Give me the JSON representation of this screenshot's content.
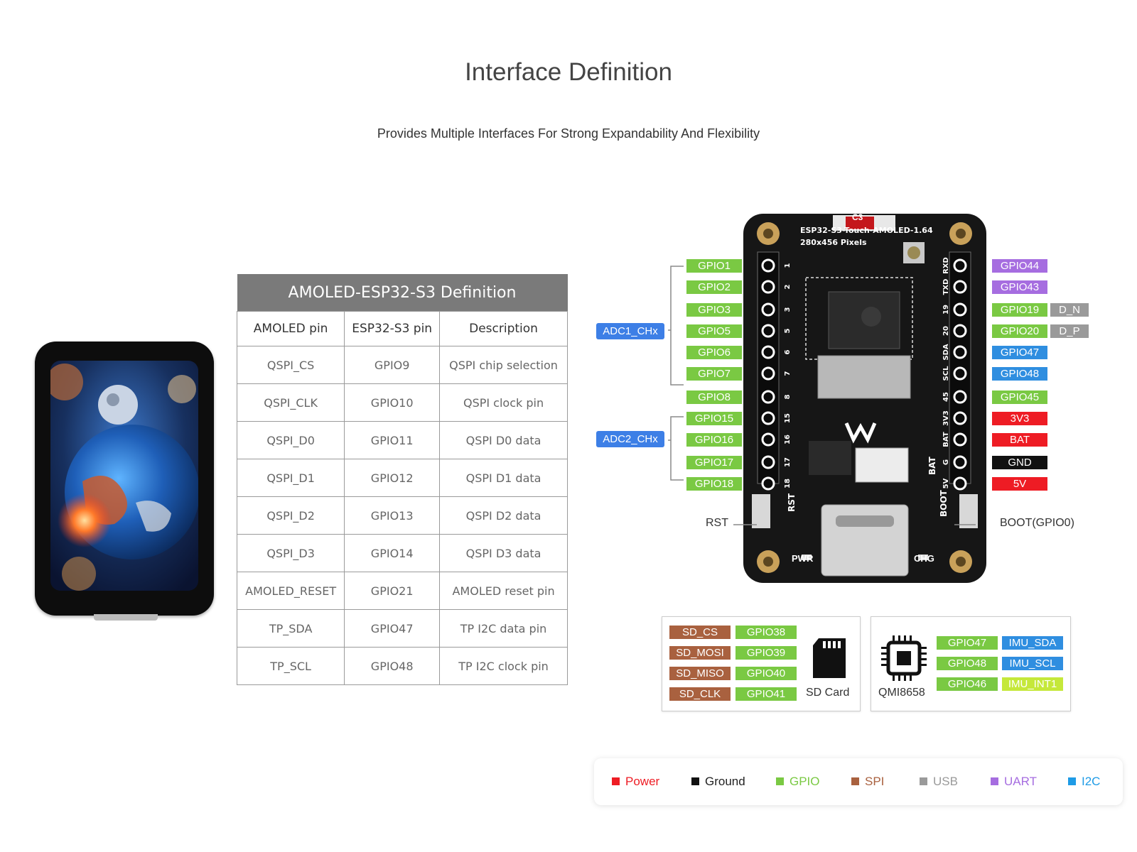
{
  "header": {
    "title": "Interface Definition",
    "subtitle": "Provides Multiple Interfaces For Strong Expandability And Flexibility"
  },
  "table": {
    "caption": "AMOLED-ESP32-S3 Definition",
    "columns": [
      "AMOLED pin",
      "ESP32-S3 pin",
      "Description"
    ],
    "rows": [
      [
        "QSPI_CS",
        "GPIO9",
        "QSPI chip selection"
      ],
      [
        "QSPI_CLK",
        "GPIO10",
        "QSPI clock pin"
      ],
      [
        "QSPI_D0",
        "GPIO11",
        "QSPI D0 data"
      ],
      [
        "QSPI_D1",
        "GPIO12",
        "QSPI D1 data"
      ],
      [
        "QSPI_D2",
        "GPIO13",
        "QSPI D2 data"
      ],
      [
        "QSPI_D3",
        "GPIO14",
        "QSPI D3 data"
      ],
      [
        "AMOLED_RESET",
        "GPIO21",
        "AMOLED reset pin"
      ],
      [
        "TP_SDA",
        "GPIO47",
        "TP I2C data pin"
      ],
      [
        "TP_SCL",
        "GPIO48",
        "TP I2C clock pin"
      ]
    ]
  },
  "board": {
    "name": "ESP32-S3-Touch-AMOLED-1.64",
    "resolution": "280x456 Pixels",
    "chip_marking": "C3",
    "left_pins": [
      {
        "label": "GPIO1",
        "num": "1"
      },
      {
        "label": "GPIO2",
        "num": "2"
      },
      {
        "label": "GPIO3",
        "num": "3"
      },
      {
        "label": "GPIO5",
        "num": "5"
      },
      {
        "label": "GPIO6",
        "num": "6"
      },
      {
        "label": "GPIO7",
        "num": "7"
      },
      {
        "label": "GPIO8",
        "num": "8"
      },
      {
        "label": "GPIO15",
        "num": "15"
      },
      {
        "label": "GPIO16",
        "num": "16"
      },
      {
        "label": "GPIO17",
        "num": "17"
      },
      {
        "label": "GPIO18",
        "num": "18"
      }
    ],
    "right_pins": [
      {
        "label": "GPIO44",
        "silk": "RXD",
        "color": "#a66de0"
      },
      {
        "label": "GPIO43",
        "silk": "TXD",
        "color": "#a66de0"
      },
      {
        "label": "GPIO19",
        "silk": "19",
        "color": "#7ac943",
        "extra": "D_N"
      },
      {
        "label": "GPIO20",
        "silk": "20",
        "color": "#7ac943",
        "extra": "D_P"
      },
      {
        "label": "GPIO47",
        "silk": "SDA",
        "color": "#2f8ee0"
      },
      {
        "label": "GPIO48",
        "silk": "SCL",
        "color": "#2f8ee0"
      },
      {
        "label": "GPIO45",
        "silk": "45",
        "color": "#7ac943"
      },
      {
        "label": "3V3",
        "silk": "3V3",
        "color": "#ee1c24"
      },
      {
        "label": "BAT",
        "silk": "BAT",
        "color": "#ee1c24"
      },
      {
        "label": "GND",
        "silk": "G",
        "color": "#111111"
      },
      {
        "label": "5V",
        "silk": "5V",
        "color": "#ee1c24"
      }
    ],
    "adc1": "ADC1_CHx",
    "adc2": "ADC2_CHx",
    "rst": "RST",
    "rst_silk": "RST",
    "boot": "BOOT(GPIO0)",
    "boot_silk": "BOOT",
    "pwr": "PWR",
    "chg": "CHG",
    "bat_silk": "BAT"
  },
  "sd": {
    "name": "SD Card",
    "rows": [
      [
        "SD_CS",
        "GPIO38"
      ],
      [
        "SD_MOSI",
        "GPIO39"
      ],
      [
        "SD_MISO",
        "GPIO40"
      ],
      [
        "SD_CLK",
        "GPIO41"
      ]
    ]
  },
  "imu": {
    "name": "QMI8658",
    "rows": [
      [
        "GPIO47",
        "IMU_SDA"
      ],
      [
        "GPIO48",
        "IMU_SCL"
      ],
      [
        "GPIO46",
        "IMU_INT1"
      ]
    ]
  },
  "legend": [
    {
      "label": "Power",
      "color": "#ee1c24"
    },
    {
      "label": "Ground",
      "color": "#111111"
    },
    {
      "label": "GPIO",
      "color": "#7ac943"
    },
    {
      "label": "SPI",
      "color": "#a9613f"
    },
    {
      "label": "USB",
      "color": "#9a9a9a"
    },
    {
      "label": "UART",
      "color": "#a66de0"
    },
    {
      "label": "I2C",
      "color": "#1e9be6"
    }
  ]
}
